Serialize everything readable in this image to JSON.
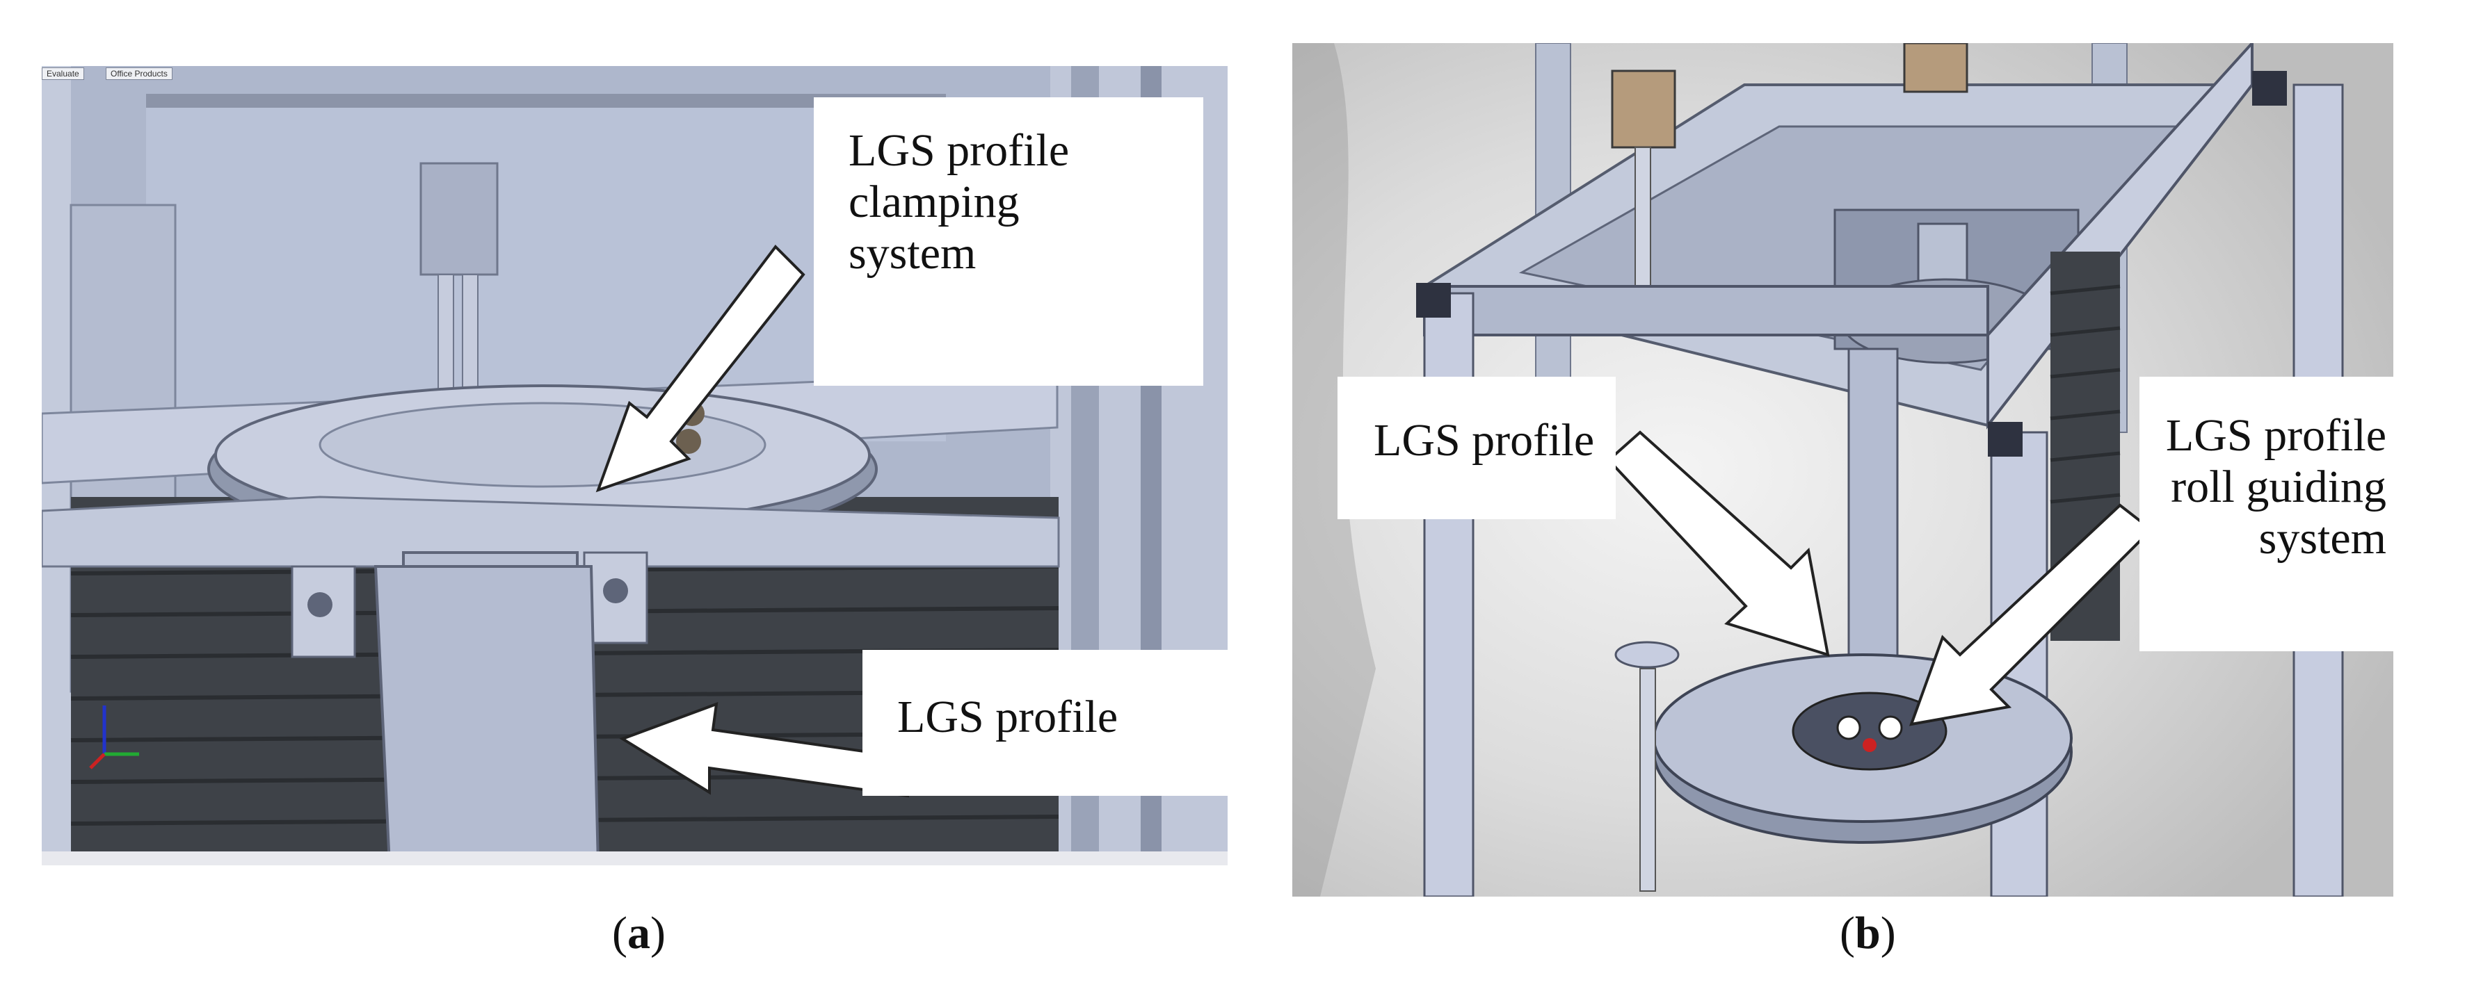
{
  "panel_a": {
    "toolbar": {
      "tab1": "Evaluate",
      "tab2": "Office Products"
    },
    "callouts": {
      "clamping_lines": [
        "LGS profile",
        "clamping",
        "system"
      ],
      "profile": "LGS profile"
    },
    "caption_open": "(",
    "caption_letter": "a",
    "caption_close": ")"
  },
  "panel_b": {
    "callouts": {
      "profile": "LGS profile",
      "roll_lines": [
        "LGS profile",
        "roll guiding",
        "system"
      ]
    },
    "caption_open": "(",
    "caption_letter": "b",
    "caption_close": ")"
  },
  "colors": {
    "cad_background": "#aeb7cc",
    "part_light": "#c9cfe0",
    "part_dark": "#7d869c",
    "slats": "#3e4248",
    "arrow_fill": "#ffffff"
  }
}
